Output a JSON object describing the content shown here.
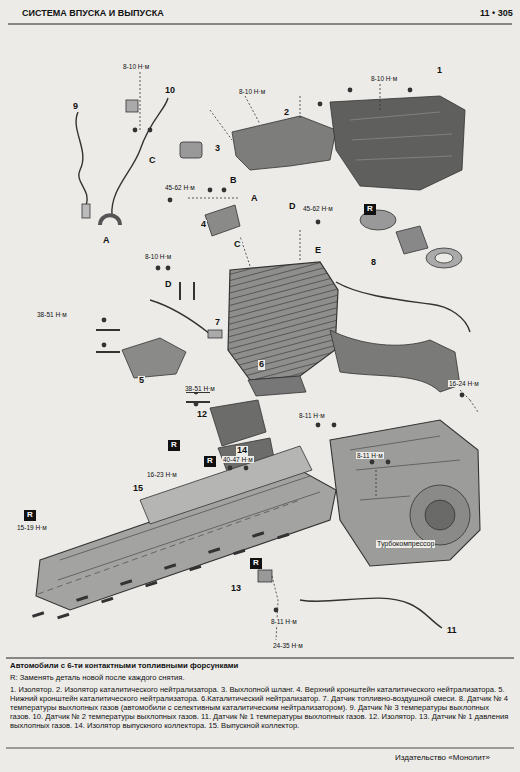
{
  "diagram": {
    "title": "СИСТЕМА ВПУСКА И ВЫПУСКА",
    "caption": "Автомобили с 6-ти контактными топливными форсунками",
    "nodes": [
      {
        "text": [
          "R"
        ]
      },
      {
        "text": [
          "R"
        ]
      },
      {
        "text": [
          "R"
        ]
      },
      {
        "text": [
          "R"
        ]
      },
      {
        "text": [
          "R"
        ]
      }
    ],
    "labels": [
      "11 • 305",
      "8-10 Н·м",
      "9",
      "10",
      "8-10 Н·м",
      "2",
      "8-10 Н·м",
      "1",
      "C",
      "3",
      "45-62 Н·м",
      "B",
      "A",
      "4",
      "D",
      "45-62 Н·м",
      "A",
      "C",
      "E",
      "8-10 Н·м",
      "8",
      "D",
      "38-51 Н·м",
      "7",
      "6",
      "5",
      "16-24 Н·м",
      "38-51 Н·м",
      "8-11 Н·м",
      "12",
      "14",
      "40-47 Н·м",
      "8-11 Н·м",
      "16-23 Н·м",
      "15",
      "15-19 Н·м",
      "Турбокомпрессор",
      "8-11 Н·м",
      "24-35 Н·м",
      "13",
      "11",
      "R: Заменять деталь новой после каждого снятия.",
      "1. Изолятор. 2. Изолятор каталитического нейтрализатора. 3. Выхлопной шланг. 4. Верхний кронштейн каталитического нейтрализатора. 5. Нижний кронштейн каталитического нейтрализатора. 6.Каталитический нейтрализатор. 7. Датчик топливно-воздушной смеси. 8. Датчик № 4 температуры выхлопных газов (автомобили с селективным каталитическим нейтрализатором). 9. Датчик № 3 температуры выхлопных газов. 10. Датчик № 2 температуры выхлопных газов. 11. Датчик № 1 температуры выхлопных газов. 12. Изолятор. 13. Датчик № 1 давления выхлопных газов. 14. Изолятор выпускного коллектора. 15. Выпускной коллектор.",
      "Издательство «Монолит»"
    ]
  }
}
